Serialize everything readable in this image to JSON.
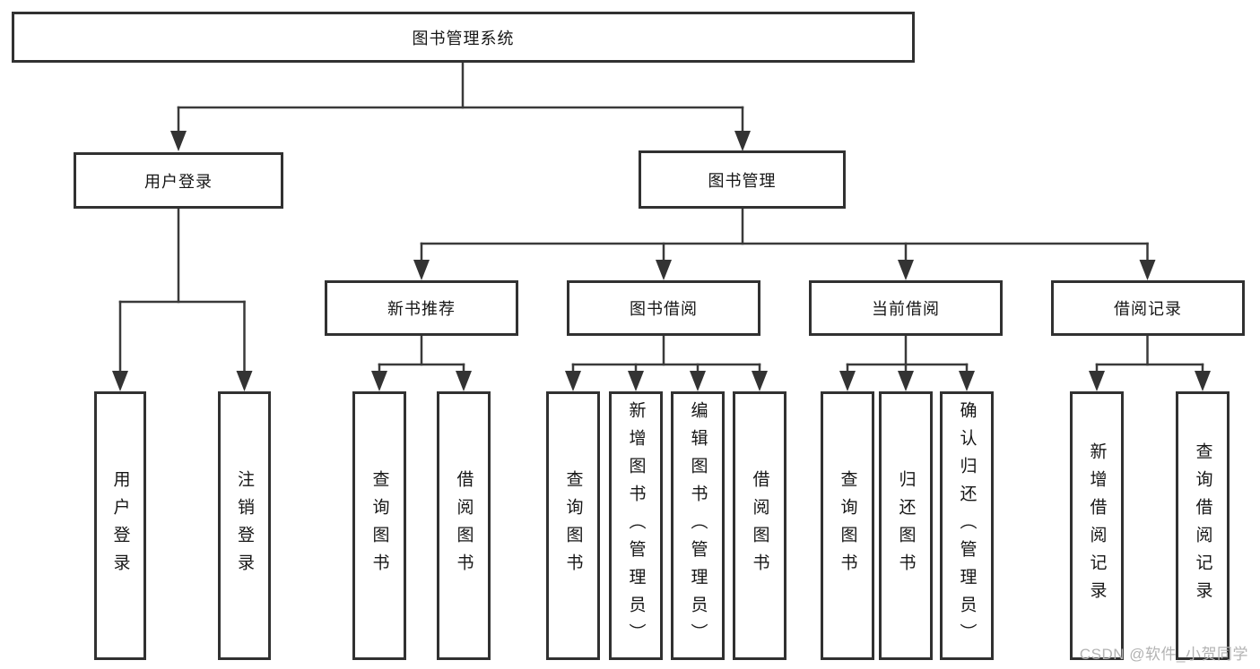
{
  "tree": {
    "root": "图书管理系统",
    "branches": [
      {
        "label": "用户登录",
        "children": [
          "用户登录",
          "注销登录"
        ]
      },
      {
        "label": "图书管理",
        "sections": [
          {
            "label": "新书推荐",
            "children": [
              "查询图书",
              "借阅图书"
            ]
          },
          {
            "label": "图书借阅",
            "children": [
              "查询图书",
              "新增图书（管理员）",
              "编辑图书（管理员）",
              "借阅图书"
            ]
          },
          {
            "label": "当前借阅",
            "children": [
              "查询图书",
              "归还图书",
              "确认归还（管理员）"
            ]
          },
          {
            "label": "借阅记录",
            "children": [
              "新增借阅记录",
              "查询借阅记录"
            ]
          }
        ]
      }
    ]
  },
  "colors": {
    "line": "#3a3a3a",
    "border": "#313131",
    "text": "#161616",
    "watermark": "#b3b3b3"
  },
  "watermark": "CSDN @软件_小贺同学"
}
